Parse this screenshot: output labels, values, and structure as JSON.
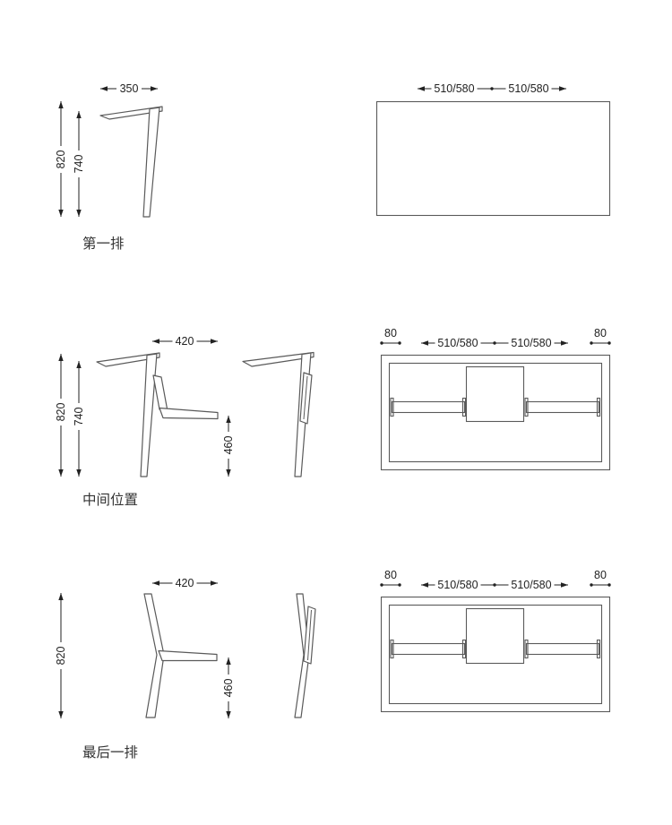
{
  "rows": [
    {
      "label": "第一排",
      "side": {
        "width": "350",
        "height_total": "820",
        "height_desk": "740"
      },
      "top": {
        "seat_left": "510/580",
        "seat_right": "510/580"
      }
    },
    {
      "label": "中间位置",
      "side": {
        "width": "420",
        "height_total": "820",
        "height_desk": "740",
        "height_seat": "460"
      },
      "top": {
        "margin_left": "80",
        "seat_left": "510/580",
        "seat_right": "510/580",
        "margin_right": "80"
      }
    },
    {
      "label": "最后一排",
      "side": {
        "width": "420",
        "height_total": "820",
        "height_seat": "460"
      },
      "top": {
        "margin_left": "80",
        "seat_left": "510/580",
        "seat_right": "510/580",
        "margin_right": "80"
      }
    }
  ],
  "colors": {
    "line": "#5a5a5a",
    "dimension": "#222222",
    "background": "#ffffff"
  }
}
